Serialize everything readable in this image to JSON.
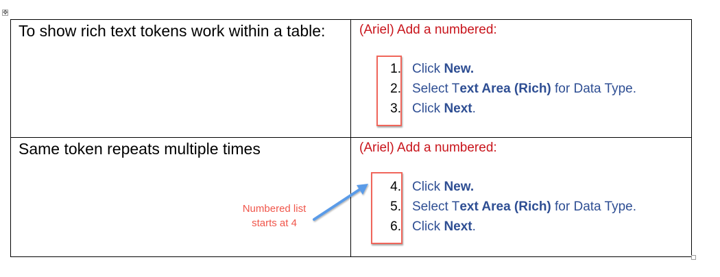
{
  "table": {
    "rows": [
      {
        "left_text": "To show rich text tokens work within a table:",
        "right_heading": "(Ariel) Add a numbered:",
        "steps": [
          {
            "number": "1.",
            "pre": "Click ",
            "bold": "New.",
            "post": ""
          },
          {
            "number": "2.",
            "pre": "Select T",
            "bold": "ext Area (Rich)",
            "post": " for Data Type."
          },
          {
            "number": "3.",
            "pre": "Click ",
            "bold": "Next",
            "post": "."
          }
        ]
      },
      {
        "left_text": "Same token repeats multiple times",
        "right_heading": "(Ariel) Add a numbered:",
        "steps": [
          {
            "number": "4.",
            "pre": "Click ",
            "bold": "New.",
            "post": ""
          },
          {
            "number": "5.",
            "pre": "Select T",
            "bold": "ext Area (Rich)",
            "post": " for Data Type."
          },
          {
            "number": "6.",
            "pre": "Click ",
            "bold": "Next",
            "post": "."
          }
        ]
      }
    ]
  },
  "annotation": {
    "line1": "Numbered list",
    "line2": "starts at 4"
  },
  "icons": {
    "move_handle": "✥",
    "move_handle_name": "table-move-handle-icon",
    "resize_handle_name": "table-resize-handle-icon"
  },
  "colors": {
    "heading_red": "#c8141b",
    "step_blue": "#2e4e93",
    "highlight_box": "#f0655a",
    "annotation_red": "#f0554a",
    "arrow_blue": "#5a9be8"
  }
}
